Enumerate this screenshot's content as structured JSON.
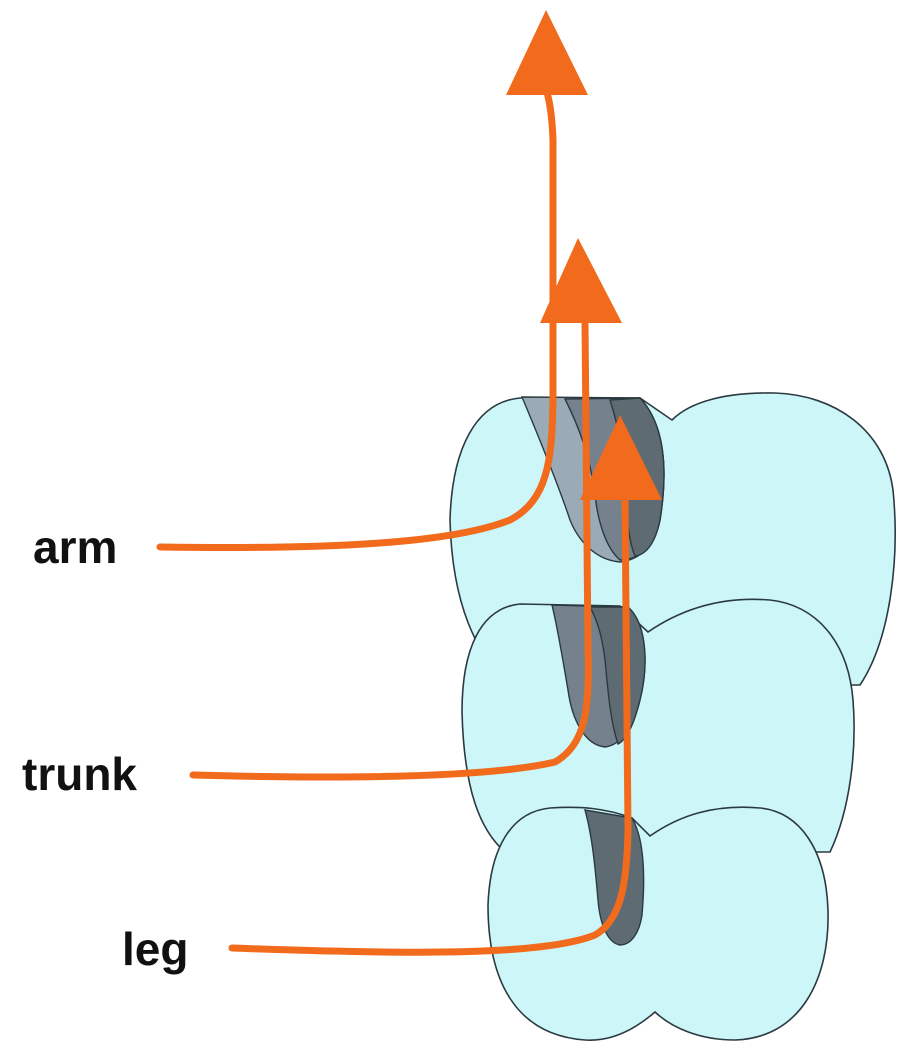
{
  "labels": {
    "arm": "arm",
    "trunk": "trunk",
    "leg": "leg"
  },
  "colors": {
    "tract": "#f26a1b",
    "white_matter": "#ccf6f8",
    "horn_dark": "#5f6b73",
    "horn_mid": "#75818c",
    "horn_light": "#9aaab6",
    "outline": "#2b3a40",
    "label_text": "#111111"
  }
}
